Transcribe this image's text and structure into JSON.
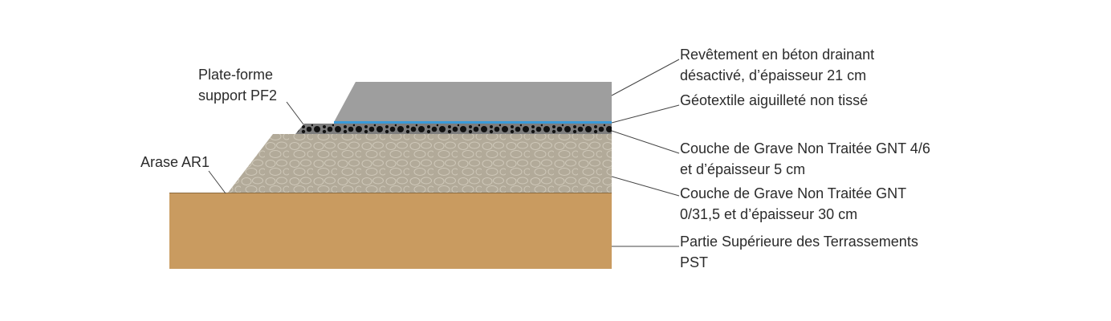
{
  "labels": {
    "platform": [
      "Plate-forme",
      "support PF2"
    ],
    "arase": "Arase AR1",
    "concrete": [
      "Revêtement en béton drainant",
      "désactivé, d’épaisseur 21 cm"
    ],
    "geotextile": "Géotextile aiguilleté non tissé",
    "gnt46": [
      "Couche de Grave Non Traitée GNT 4/6",
      "et d’épaisseur 5 cm"
    ],
    "gnt031": [
      "Couche de Grave Non Traitée GNT",
      "0/31,5 et d’épaisseur 30 cm"
    ],
    "pst": [
      "Partie Supérieure des Terrassements",
      "PST"
    ]
  },
  "colors": {
    "concrete": "#9e9e9e",
    "geotextile": "#3a9ad9",
    "gravel_bg": "#7a7a7a",
    "gnt031": "#b3ab9b",
    "pst": "#c99b60",
    "leader": "#444444"
  }
}
